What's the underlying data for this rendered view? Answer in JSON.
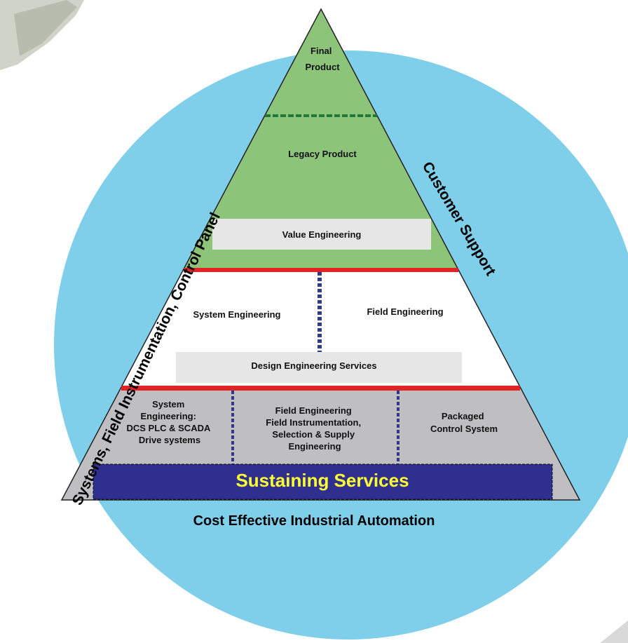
{
  "colors": {
    "circle": "#7fcfeb",
    "top_tier": "#8cc47a",
    "middle_tier": "#ffffff",
    "bottom_tier": "#bfbfc1",
    "banner": "#2e2f8f",
    "banner_text": "#ffff33",
    "separator": "#e02424",
    "column_divider": "#2e3a8c",
    "light_box": "#e6e6e6"
  },
  "pyramid": {
    "top": {
      "final_product": [
        "Final",
        "Product"
      ],
      "legacy_product": "Legacy Product",
      "value_engineering": "Value Engineering"
    },
    "middle": {
      "system_engineering": "System Engineering",
      "field_engineering": "Field Engineering",
      "design_engineering": "Design Engineering Services"
    },
    "bottom": {
      "column_1": [
        "System",
        "Engineering:",
        "DCS PLC & SCADA",
        "Drive systems"
      ],
      "column_2": [
        "Field Engineering",
        "Field Instrumentation,",
        "Selection & Supply",
        "Engineering"
      ],
      "column_3": [
        "Packaged",
        "Control System"
      ],
      "banner": "Sustaining Services"
    }
  },
  "side_labels": {
    "left": "Systems, Field Instrumentation, Control Panel",
    "right": "Customer Support"
  },
  "caption": "Cost Effective Industrial Automation"
}
